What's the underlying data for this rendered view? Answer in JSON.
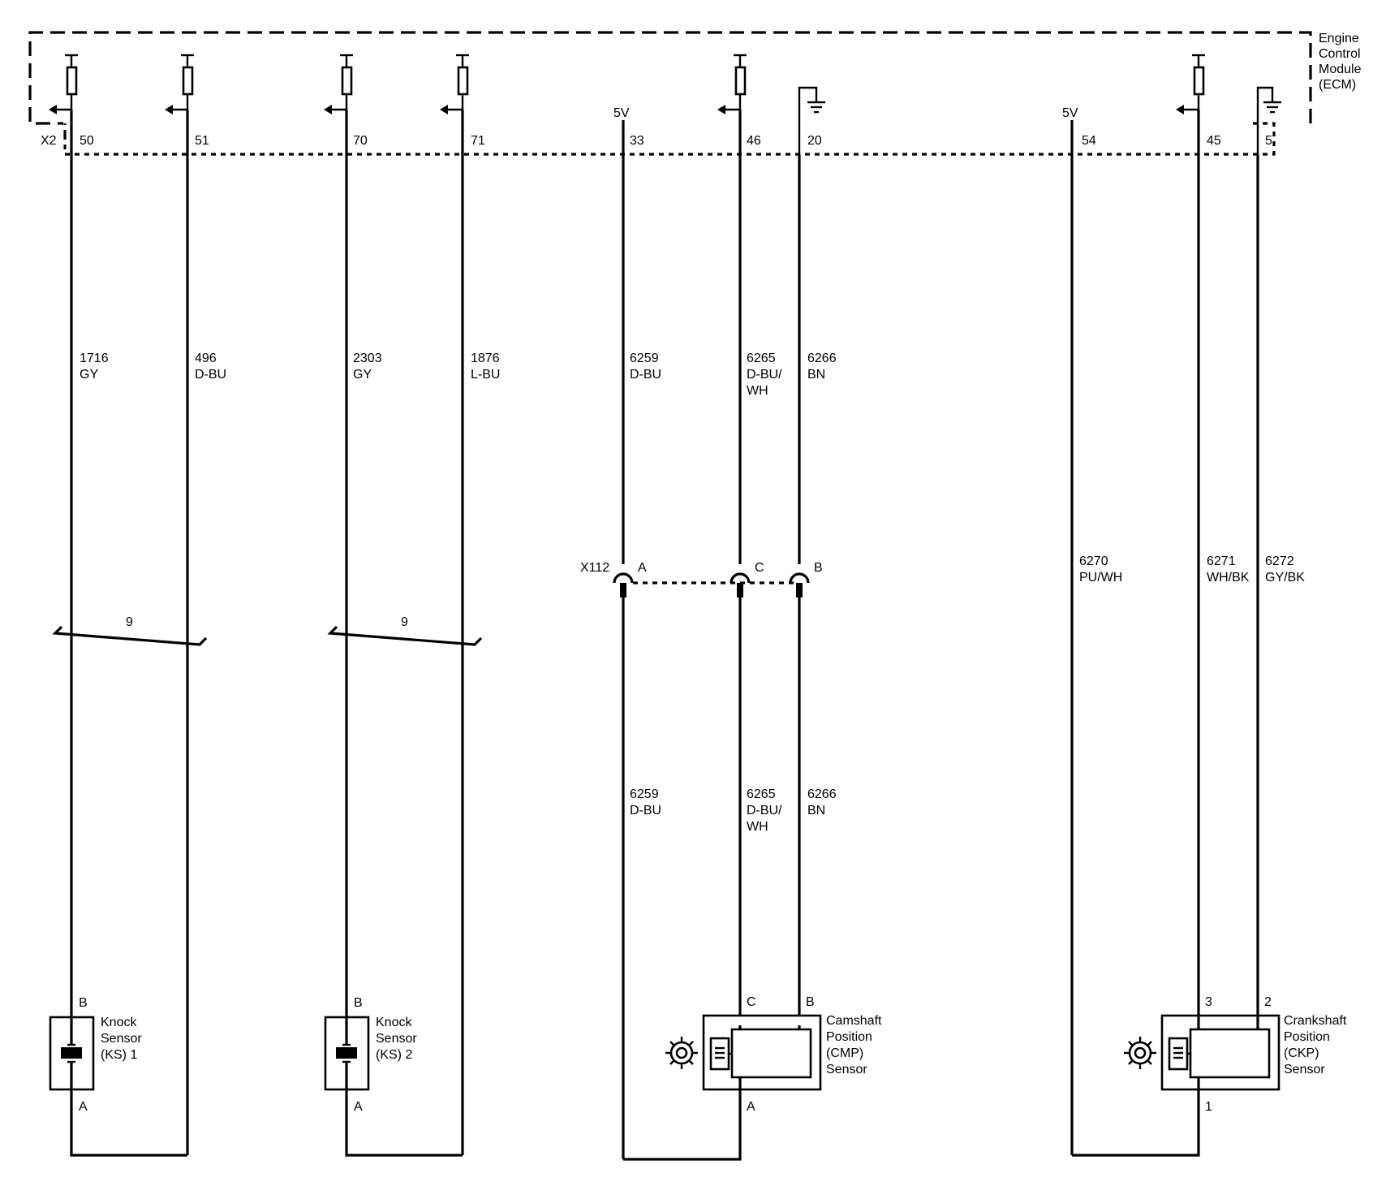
{
  "ecm": {
    "label_lines": [
      "Engine",
      "Control",
      "Module",
      "(ECM)"
    ],
    "connector": "X2",
    "supply_label": "5V"
  },
  "pins": [
    {
      "id": "p50",
      "label": "50"
    },
    {
      "id": "p51",
      "label": "51"
    },
    {
      "id": "p70",
      "label": "70"
    },
    {
      "id": "p71",
      "label": "71"
    },
    {
      "id": "p33",
      "label": "33"
    },
    {
      "id": "p46",
      "label": "46"
    },
    {
      "id": "p20",
      "label": "20"
    },
    {
      "id": "p54",
      "label": "54"
    },
    {
      "id": "p45",
      "label": "45"
    },
    {
      "id": "p5",
      "label": "5"
    }
  ],
  "wires": [
    {
      "id": "w1716",
      "circuit": "1716",
      "color": "GY"
    },
    {
      "id": "w496",
      "circuit": "496",
      "color": "D-BU"
    },
    {
      "id": "w2303",
      "circuit": "2303",
      "color": "GY"
    },
    {
      "id": "w1876",
      "circuit": "1876",
      "color": "L-BU"
    },
    {
      "id": "w6259",
      "circuit": "6259",
      "color": "D-BU"
    },
    {
      "id": "w6265",
      "circuit": "6265",
      "color_lines": [
        "D-BU/",
        "WH"
      ]
    },
    {
      "id": "w6266",
      "circuit": "6266",
      "color": "BN"
    },
    {
      "id": "w6270",
      "circuit": "6270",
      "color": "PU/WH"
    },
    {
      "id": "w6271",
      "circuit": "6271",
      "color": "WH/BK"
    },
    {
      "id": "w6272",
      "circuit": "6272",
      "color": "GY/BK"
    }
  ],
  "twist_label": "9",
  "inline_connector": {
    "name": "X112",
    "terminals": [
      "A",
      "C",
      "B"
    ]
  },
  "components": {
    "ks1": {
      "label_lines": [
        "Knock",
        "Sensor",
        "(KS) 1"
      ],
      "pin_top": "B",
      "pin_bottom": "A"
    },
    "ks2": {
      "label_lines": [
        "Knock",
        "Sensor",
        "(KS) 2"
      ],
      "pin_top": "B",
      "pin_bottom": "A"
    },
    "cmp": {
      "label_lines": [
        "Camshaft",
        "Position",
        "(CMP)",
        "Sensor"
      ],
      "pin_c": "C",
      "pin_b": "B",
      "pin_a": "A"
    },
    "ckp": {
      "label_lines": [
        "Crankshaft",
        "Position",
        "(CKP)",
        "Sensor"
      ],
      "pin_3": "3",
      "pin_2": "2",
      "pin_1": "1"
    }
  }
}
